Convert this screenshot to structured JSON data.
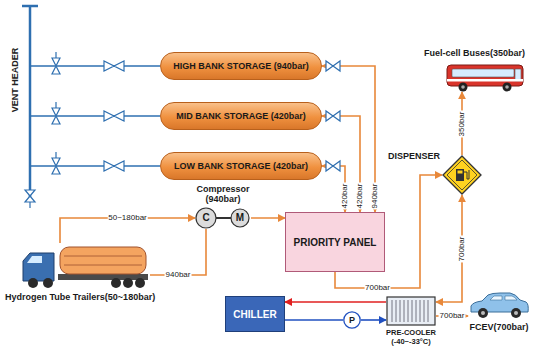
{
  "diagram": {
    "nodes": [
      {
        "text": [
          "HIGH BANK STORAGE (940bar)"
        ]
      },
      {
        "text": [
          "MID BANK STORAGE (420bar)"
        ]
      },
      {
        "text": [
          "LOW BANK STORAGE (420bar)"
        ]
      },
      {
        "text": [
          "Fuel-cell Buses(350bar)"
        ]
      },
      {
        "text": [
          "PRIORITY PANEL"
        ]
      },
      {
        "text": [
          "Compressor (940bar)",
          "C",
          "M"
        ]
      },
      {
        "text": [
          "DISPENSER"
        ]
      },
      {
        "text": [
          "Hydrogen Tube Trailers(50~180bar)"
        ]
      },
      {
        "text": [
          "CHILLER"
        ]
      },
      {
        "text": [
          "P"
        ]
      },
      {
        "text": [
          "PRE-COOLER",
          "(-40~-33°C)"
        ]
      },
      {
        "text": [
          "FCEV(700bar)"
        ]
      }
    ],
    "edges": [
      {
        "from": 4,
        "to": 0,
        "label": "940bar",
        "arrow": "both"
      },
      {
        "from": 4,
        "to": 1,
        "label": "420bar",
        "arrow": "both"
      },
      {
        "from": 4,
        "to": 2,
        "label": "420bar",
        "arrow": "both"
      },
      {
        "from": 7,
        "to": 5,
        "label": "50~180bar",
        "arrow": "to"
      },
      {
        "from": 5,
        "to": 4,
        "arrow": "to"
      },
      {
        "from": 7,
        "to": 5,
        "label": "940bar",
        "arrow": "none"
      },
      {
        "from": 4,
        "to": 6,
        "label": "700bar",
        "arrow": "to"
      },
      {
        "from": 6,
        "to": 3,
        "label": "350bar",
        "arrow": "to"
      },
      {
        "from": 6,
        "to": 10,
        "label": "700bar",
        "arrow": "both"
      },
      {
        "from": 10,
        "to": 11,
        "label": "700bar",
        "arrow": "to"
      },
      {
        "from": 10,
        "to": 8,
        "arrow": "to"
      },
      {
        "from": 8,
        "to": 9,
        "arrow": "none"
      },
      {
        "from": 9,
        "to": 10,
        "arrow": "to"
      }
    ],
    "labels": [
      "VENT HEADER"
    ]
  }
}
